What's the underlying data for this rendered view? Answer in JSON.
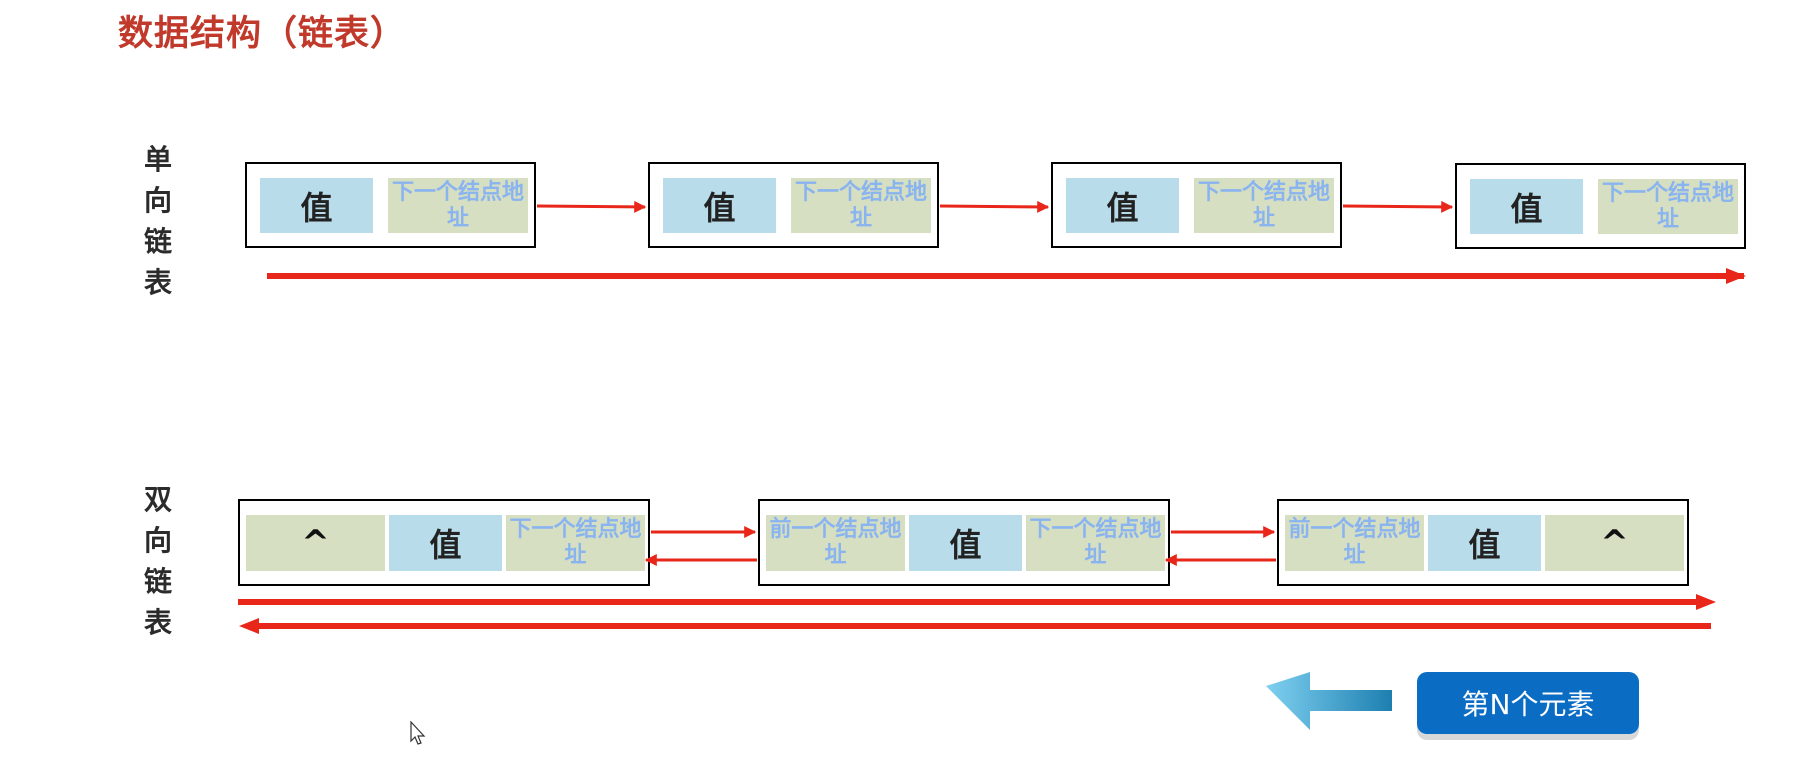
{
  "title": "数据结构（链表）",
  "singly": {
    "label_chars": [
      "单",
      "向",
      "链",
      "表"
    ],
    "nodes": [
      {
        "value": "值",
        "next": "下一个结点地址"
      },
      {
        "value": "值",
        "next": "下一个结点地址"
      },
      {
        "value": "值",
        "next": "下一个结点地址"
      },
      {
        "value": "值",
        "next": "下一个结点地址"
      }
    ]
  },
  "doubly": {
    "label_chars": [
      "双",
      "向",
      "链",
      "表"
    ],
    "nodes": [
      {
        "prev": "^",
        "value": "值",
        "next": "下一个结点地址"
      },
      {
        "prev": "前一个结点地址",
        "value": "值",
        "next": "下一个结点地址"
      },
      {
        "prev": "前一个结点地址",
        "value": "值",
        "next": "^"
      }
    ]
  },
  "nav_button": {
    "label": "第N个元素"
  },
  "colors": {
    "title": "#c0392b",
    "arrow": "#e8261a",
    "value_cell": "#b8dcea",
    "pointer_cell": "#d6dfc1",
    "pointer_text": "#8ab4f0",
    "button": "#0b6cc4",
    "back_arrow": "#4fb3e0"
  },
  "icons": {
    "back_arrow": "left-arrow-icon",
    "cursor": "mouse-pointer-icon"
  }
}
